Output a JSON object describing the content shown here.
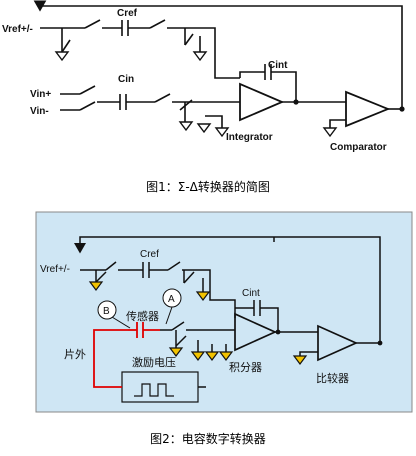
{
  "fig1": {
    "caption": "图1：Σ-Δ转换器的简图",
    "labels": {
      "vref": "Vref+/-",
      "cref": "Cref",
      "cin": "Cin",
      "vin_plus": "Vin+",
      "vin_minus": "Vin-",
      "cint": "Cint",
      "integrator": "Integrator",
      "comparator": "Comparator"
    }
  },
  "fig2": {
    "caption": "图2：电容数字转换器",
    "labels": {
      "vref": "Vref+/-",
      "cref": "Cref",
      "cint": "Cint",
      "sensor": "传感器",
      "marker_b": "B",
      "marker_a": "A",
      "off_chip": "片外",
      "excitation": "激励电压",
      "integrator": "积分器",
      "comparator": "比较器"
    }
  },
  "colors": {
    "line": "#111111",
    "panel_bg": "#cfe6f4",
    "ground": "#f2c200",
    "red": "#e00000"
  }
}
